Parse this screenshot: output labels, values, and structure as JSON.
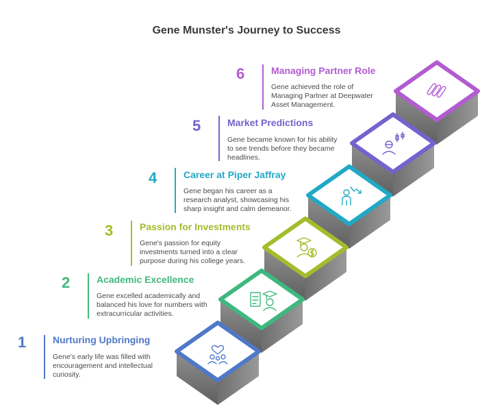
{
  "title": "Gene Munster's Journey to Success",
  "steps": [
    {
      "number": "1",
      "title": "Nurturing Upbringing",
      "description": "Gene's early life was filled with encouragement and intellectual curiosity.",
      "color": "#4f78c9",
      "icon": "family-heart-icon"
    },
    {
      "number": "2",
      "title": "Academic Excellence",
      "description": "Gene excelled academically and balanced his love for numbers with extracurricular activities.",
      "color": "#3fb87e",
      "icon": "graduate-document-icon"
    },
    {
      "number": "3",
      "title": "Passion for Investments",
      "description": "Gene's passion for equity investments turned into a clear purpose during his college years.",
      "color": "#a2bd2c",
      "icon": "graduate-money-icon"
    },
    {
      "number": "4",
      "title": "Career at Piper Jaffray",
      "description": "Gene began his career as a research analyst, showcasing his sharp insight and calm demeanor.",
      "color": "#20a9c6",
      "icon": "analyst-trend-icon"
    },
    {
      "number": "5",
      "title": "Market Predictions",
      "description": "Gene became known for his ability to see trends before they became headlines.",
      "color": "#7462cf",
      "icon": "candlestick-person-icon"
    },
    {
      "number": "6",
      "title": "Managing Partner Role",
      "description": "Gene achieved the role of Managing Partner at Deepwater Asset Management.",
      "color": "#b35bd0",
      "icon": "pill-chart-icon"
    }
  ]
}
